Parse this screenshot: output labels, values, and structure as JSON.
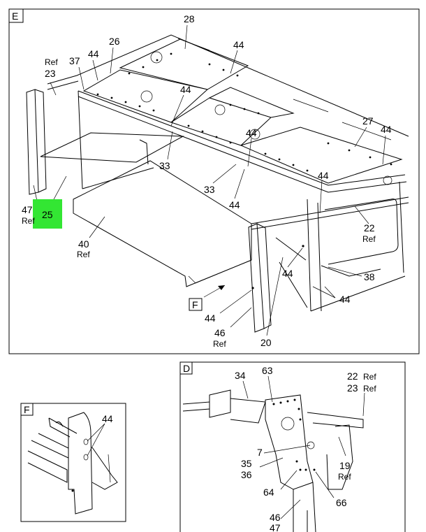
{
  "views": {
    "E": {
      "tag": "E",
      "labels": {
        "l28": "28",
        "l26": "26",
        "l44a": "44",
        "l37": "37",
        "ref23_a": "Ref",
        "ref23_b": "23",
        "l44b": "44",
        "l44c": "44",
        "l44d": "44",
        "l33a": "33",
        "l33b": "33",
        "l44e": "44",
        "l27": "27",
        "l44f": "44",
        "l44g": "44",
        "l22": "22",
        "ref22": "Ref",
        "l47": "47",
        "ref47": "Ref",
        "l25": "25",
        "l40": "40",
        "ref40": "Ref",
        "l44h": "44",
        "l38": "38",
        "l44i": "44",
        "tagF": "F",
        "l44j": "44",
        "l46": "46",
        "ref46": "Ref",
        "l20": "20"
      },
      "highlight": {
        "label": "25",
        "color": "#33e633"
      }
    },
    "F": {
      "tag": "F",
      "labels": {
        "l44": "44"
      }
    },
    "D": {
      "tag": "D",
      "labels": {
        "l34": "34",
        "l63": "63",
        "l22": "22",
        "ref22": "Ref",
        "l23": "23",
        "ref23": "Ref",
        "l7": "7",
        "l35": "35",
        "l36": "36",
        "l19": "19",
        "ref19": "Ref",
        "l64": "64",
        "l66": "66",
        "l46": "46",
        "l47": "47"
      }
    }
  }
}
